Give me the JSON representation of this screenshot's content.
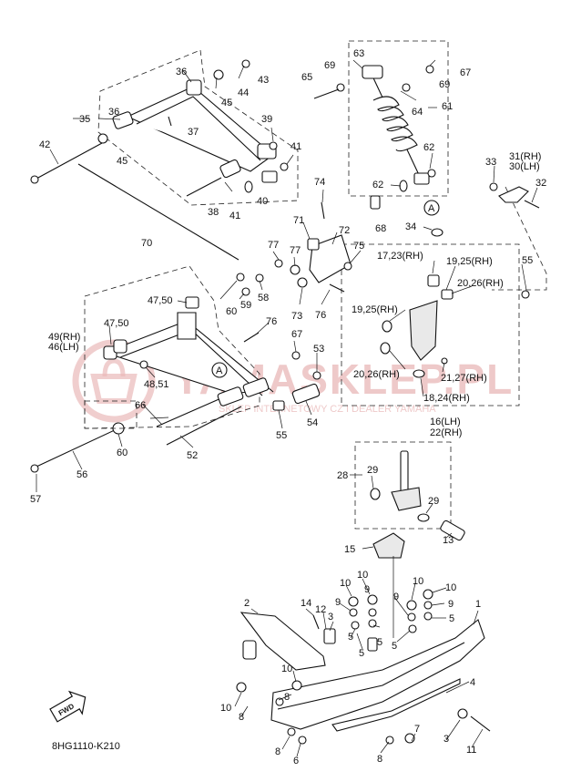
{
  "diagram_code": "8HG1110-K210",
  "fwd_label": "FWD",
  "watermark": {
    "main": "YAMASKLEP.PL",
    "sub": "SKLEP INTERNETOWY CZ I DEALER YAMAHA"
  },
  "callouts": [
    {
      "id": "c1",
      "text": "1"
    },
    {
      "id": "c2",
      "text": "2"
    },
    {
      "id": "c3a",
      "text": "3"
    },
    {
      "id": "c3b",
      "text": "3"
    },
    {
      "id": "c4",
      "text": "4"
    },
    {
      "id": "c5a",
      "text": "5"
    },
    {
      "id": "c5b",
      "text": "5"
    },
    {
      "id": "c5c",
      "text": "5"
    },
    {
      "id": "c5d",
      "text": "5"
    },
    {
      "id": "c5e",
      "text": "5"
    },
    {
      "id": "c6",
      "text": "6"
    },
    {
      "id": "c7",
      "text": "7"
    },
    {
      "id": "c8a",
      "text": "8"
    },
    {
      "id": "c8b",
      "text": "8"
    },
    {
      "id": "c8c",
      "text": "8"
    },
    {
      "id": "c8d",
      "text": "8"
    },
    {
      "id": "c9a",
      "text": "9"
    },
    {
      "id": "c9b",
      "text": "9"
    },
    {
      "id": "c9c",
      "text": "9"
    },
    {
      "id": "c9d",
      "text": "9"
    },
    {
      "id": "c10a",
      "text": "10"
    },
    {
      "id": "c10b",
      "text": "10"
    },
    {
      "id": "c10c",
      "text": "10"
    },
    {
      "id": "c10d",
      "text": "10"
    },
    {
      "id": "c10e",
      "text": "10"
    },
    {
      "id": "c10f",
      "text": "10"
    },
    {
      "id": "c11",
      "text": "11"
    },
    {
      "id": "c12",
      "text": "12"
    },
    {
      "id": "c13",
      "text": "13"
    },
    {
      "id": "c14",
      "text": "14"
    },
    {
      "id": "c15",
      "text": "15"
    },
    {
      "id": "c16",
      "text": "16(LH)"
    },
    {
      "id": "c22",
      "text": "22(RH)"
    },
    {
      "id": "c17",
      "text": "17,23(RH)"
    },
    {
      "id": "c18",
      "text": "18,24(RH)"
    },
    {
      "id": "c19a",
      "text": "19,25(RH)"
    },
    {
      "id": "c19b",
      "text": "19,25(RH)"
    },
    {
      "id": "c20a",
      "text": "20,26(RH)"
    },
    {
      "id": "c20b",
      "text": "20,26(RH)"
    },
    {
      "id": "c21",
      "text": "21,27(RH)"
    },
    {
      "id": "c28",
      "text": "28"
    },
    {
      "id": "c29a",
      "text": "29"
    },
    {
      "id": "c29b",
      "text": "29"
    },
    {
      "id": "c30",
      "text": "30(LH)"
    },
    {
      "id": "c31",
      "text": "31(RH)"
    },
    {
      "id": "c32",
      "text": "32"
    },
    {
      "id": "c33",
      "text": "33"
    },
    {
      "id": "c34",
      "text": "34"
    },
    {
      "id": "c35",
      "text": "35"
    },
    {
      "id": "c36a",
      "text": "36"
    },
    {
      "id": "c36b",
      "text": "36"
    },
    {
      "id": "c37",
      "text": "37"
    },
    {
      "id": "c38",
      "text": "38"
    },
    {
      "id": "c39",
      "text": "39"
    },
    {
      "id": "c40",
      "text": "40"
    },
    {
      "id": "c41a",
      "text": "41"
    },
    {
      "id": "c41b",
      "text": "41"
    },
    {
      "id": "c42",
      "text": "42"
    },
    {
      "id": "c43",
      "text": "43"
    },
    {
      "id": "c44",
      "text": "44"
    },
    {
      "id": "c45a",
      "text": "45"
    },
    {
      "id": "c45b",
      "text": "45"
    },
    {
      "id": "c46",
      "text": "46(LH)"
    },
    {
      "id": "c49",
      "text": "49(RH)"
    },
    {
      "id": "c47a",
      "text": "47,50"
    },
    {
      "id": "c47b",
      "text": "47,50"
    },
    {
      "id": "c48",
      "text": "48,51"
    },
    {
      "id": "c52",
      "text": "52"
    },
    {
      "id": "c53",
      "text": "53"
    },
    {
      "id": "c54",
      "text": "54"
    },
    {
      "id": "c55a",
      "text": "55"
    },
    {
      "id": "c55b",
      "text": "55"
    },
    {
      "id": "c56",
      "text": "56"
    },
    {
      "id": "c57",
      "text": "57"
    },
    {
      "id": "c58",
      "text": "58"
    },
    {
      "id": "c59",
      "text": "59"
    },
    {
      "id": "c60a",
      "text": "60"
    },
    {
      "id": "c60b",
      "text": "60"
    },
    {
      "id": "c61",
      "text": "61"
    },
    {
      "id": "c62a",
      "text": "62"
    },
    {
      "id": "c62b",
      "text": "62"
    },
    {
      "id": "c63",
      "text": "63"
    },
    {
      "id": "c64",
      "text": "64"
    },
    {
      "id": "c65",
      "text": "65"
    },
    {
      "id": "c66",
      "text": "66"
    },
    {
      "id": "c67a",
      "text": "67"
    },
    {
      "id": "c67b",
      "text": "67"
    },
    {
      "id": "c68",
      "text": "68"
    },
    {
      "id": "c69a",
      "text": "69"
    },
    {
      "id": "c69b",
      "text": "69"
    },
    {
      "id": "c70",
      "text": "70"
    },
    {
      "id": "c71",
      "text": "71"
    },
    {
      "id": "c72",
      "text": "72"
    },
    {
      "id": "c73",
      "text": "73"
    },
    {
      "id": "c74",
      "text": "74"
    },
    {
      "id": "c75",
      "text": "75"
    },
    {
      "id": "c76a",
      "text": "76"
    },
    {
      "id": "c76b",
      "text": "76"
    },
    {
      "id": "c77a",
      "text": "77"
    },
    {
      "id": "c77b",
      "text": "77"
    },
    {
      "id": "cA1",
      "text": "A"
    },
    {
      "id": "cA2",
      "text": "A"
    }
  ]
}
